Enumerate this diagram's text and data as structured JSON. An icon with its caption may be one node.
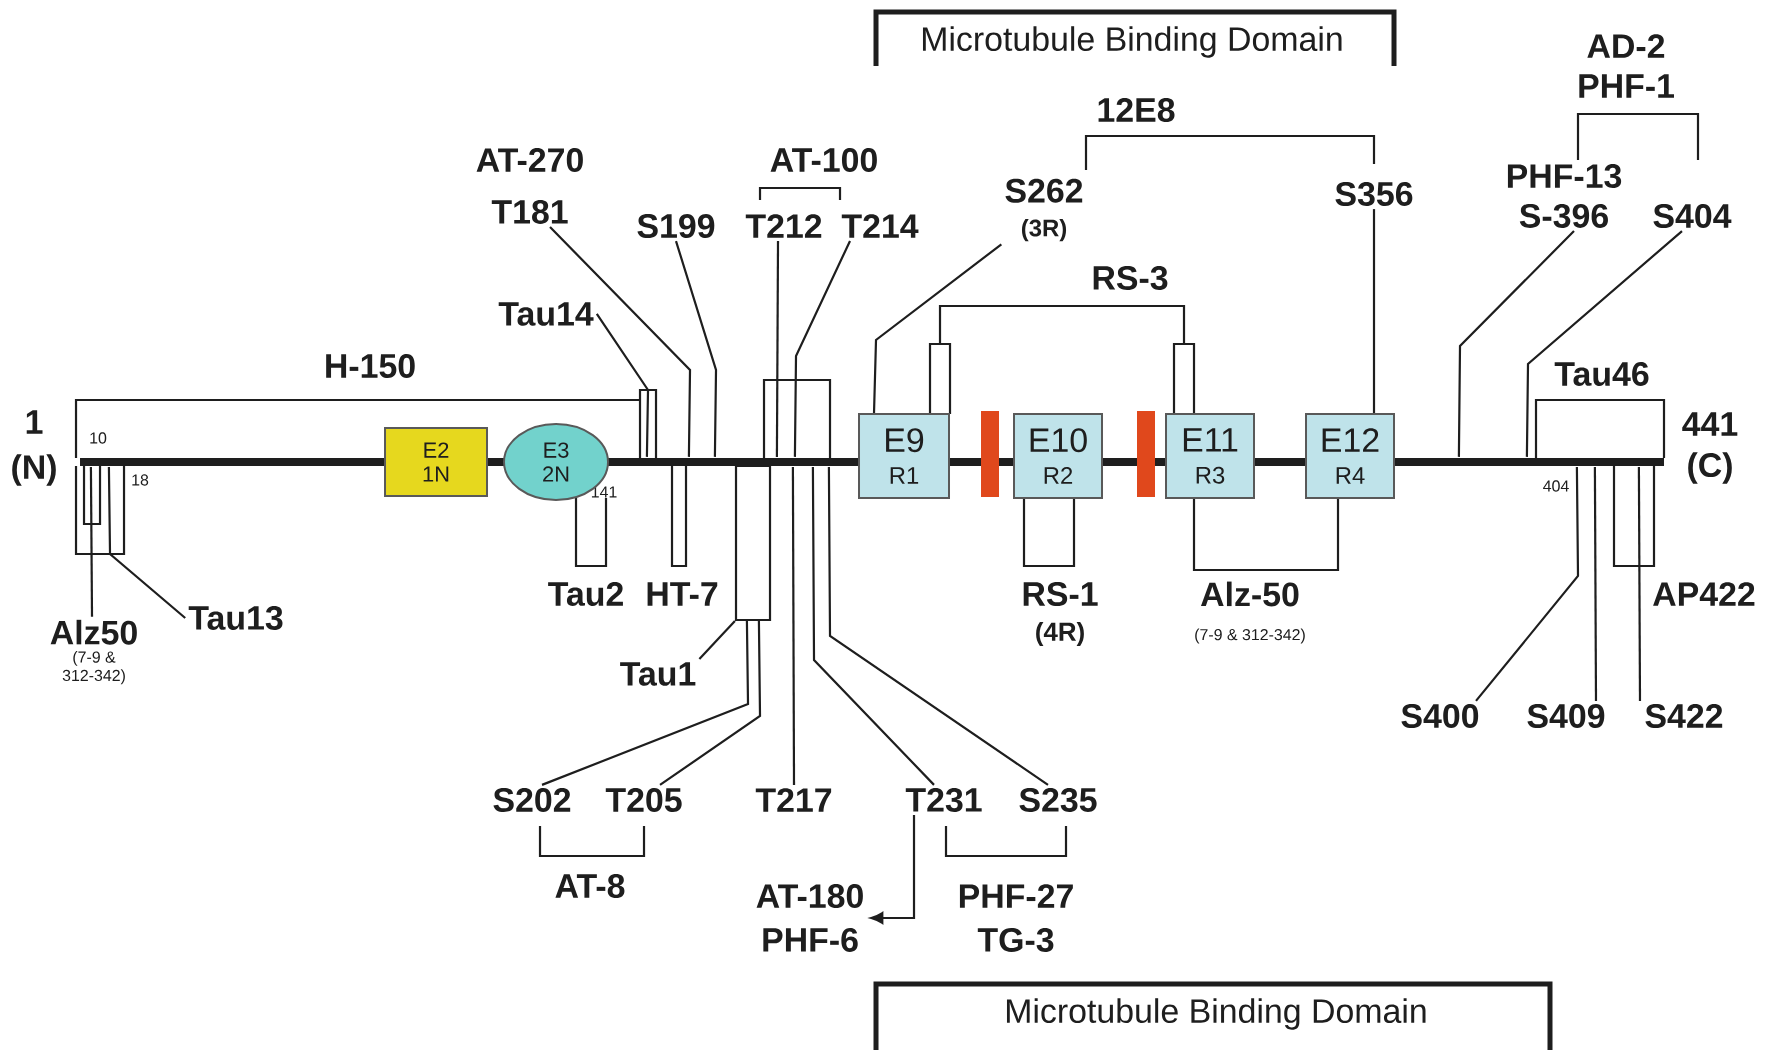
{
  "diagram": {
    "nodes": [
      {
        "text": [
          "E2",
          "1N"
        ]
      },
      {
        "text": [
          "E3",
          "2N"
        ],
        "beside": [
          "141"
        ]
      },
      {
        "text": [
          "E9",
          "R1"
        ]
      },
      {
        "text": [],
        "shape": "bar"
      },
      {
        "text": [
          "E10",
          "R2"
        ]
      },
      {
        "text": [],
        "shape": "bar"
      },
      {
        "text": [
          "E11",
          "R3"
        ]
      },
      {
        "text": [
          "E12",
          "R4"
        ]
      },
      {
        "text": [
          "AT-270",
          "T181"
        ]
      },
      {
        "text": [
          "Tau14"
        ]
      },
      {
        "text": [
          "S199"
        ]
      },
      {
        "text": [
          "T212"
        ]
      },
      {
        "text": [
          "T214"
        ]
      },
      {
        "text": [
          "S262",
          "(3R)"
        ]
      },
      {
        "text": [
          "S356"
        ]
      },
      {
        "text": [
          "PHF-13",
          "S-396"
        ]
      },
      {
        "text": [
          "S404"
        ]
      },
      {
        "text": [
          "Alz50",
          "(7-9 & 312-342)"
        ]
      },
      {
        "text": [
          "Tau13"
        ]
      },
      {
        "text": [
          "Tau1"
        ]
      },
      {
        "text": [
          "S202"
        ]
      },
      {
        "text": [
          "T205"
        ]
      },
      {
        "text": [
          "T217"
        ]
      },
      {
        "text": [
          "T231"
        ]
      },
      {
        "text": [
          "S235"
        ]
      },
      {
        "text": [
          "AT-180",
          "PHF-6"
        ]
      },
      {
        "text": [
          "S400"
        ]
      },
      {
        "text": [
          "S409"
        ]
      },
      {
        "text": [
          "S422"
        ]
      },
      {
        "text": [],
        "shape": "line",
        "beside": [
          "1",
          "(N)",
          "10",
          "18",
          "404",
          "441",
          "(C)"
        ]
      },
      {
        "text": [],
        "shape": "box"
      }
    ],
    "edges": [
      {
        "from": 8,
        "to": 29,
        "arrow": "none"
      },
      {
        "from": 9,
        "to": 29,
        "arrow": "none"
      },
      {
        "from": 10,
        "to": 29,
        "arrow": "none"
      },
      {
        "from": 11,
        "to": 29,
        "arrow": "none"
      },
      {
        "from": 12,
        "to": 29,
        "arrow": "none"
      },
      {
        "from": 13,
        "to": 2,
        "arrow": "none"
      },
      {
        "from": 14,
        "to": 7,
        "arrow": "none"
      },
      {
        "from": 15,
        "to": 29,
        "arrow": "none"
      },
      {
        "from": 16,
        "to": 29,
        "arrow": "none"
      },
      {
        "from": 17,
        "to": 29,
        "arrow": "none"
      },
      {
        "from": 18,
        "to": 29,
        "arrow": "none"
      },
      {
        "from": 19,
        "to": 30,
        "arrow": "none"
      },
      {
        "from": 20,
        "to": 30,
        "arrow": "none"
      },
      {
        "from": 21,
        "to": 30,
        "arrow": "none"
      },
      {
        "from": 22,
        "to": 29,
        "arrow": "none"
      },
      {
        "from": 23,
        "to": 29,
        "arrow": "none"
      },
      {
        "from": 24,
        "to": 29,
        "arrow": "none"
      },
      {
        "from": 23,
        "to": 25,
        "arrow": "to"
      },
      {
        "from": 26,
        "to": 29,
        "arrow": "none"
      },
      {
        "from": 27,
        "to": 29,
        "arrow": "none"
      },
      {
        "from": 28,
        "to": 29,
        "arrow": "none"
      }
    ],
    "labels": [
      "Microtubule Binding Domain",
      "AD-2",
      "PHF-1",
      "12E8",
      "AT-100",
      "RS-3",
      "H-150",
      "Tau46",
      "Tau2",
      "HT-7",
      "RS-1",
      "Alz-50",
      "AP422",
      "(4R)",
      "(7-9 & 312-342)",
      "AT-8",
      "PHF-27",
      "TG-3",
      "Microtubule Binding Domain"
    ]
  }
}
